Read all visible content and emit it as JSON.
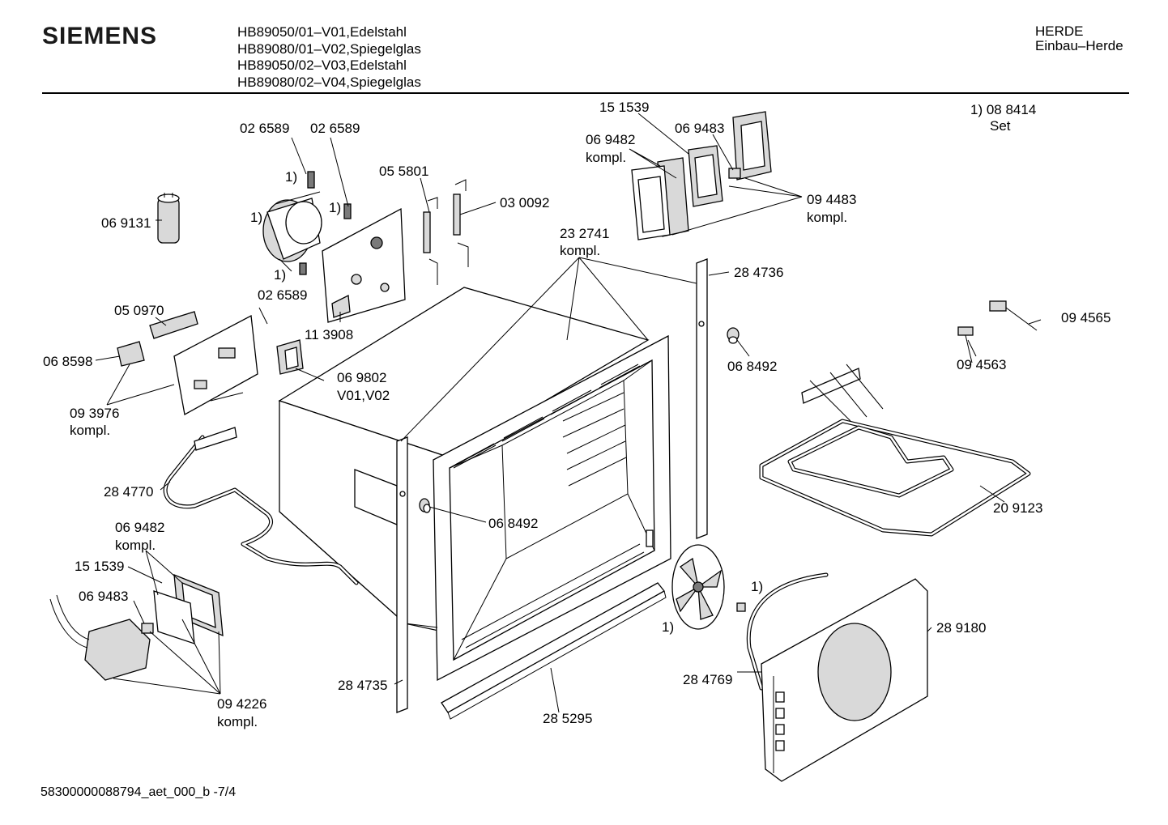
{
  "header": {
    "brand": "SIEMENS",
    "models": [
      "HB89050/01–V01,Edelstahl",
      "HB89080/01–V02,Spiegelglas",
      "HB89050/02–V03,Edelstahl",
      "HB89080/02–V04,Spiegelglas"
    ],
    "category": "HERDE",
    "subcategory": "Einbau–Herde"
  },
  "note": {
    "line1": "1)  08 8414",
    "line2": "Set"
  },
  "labels": {
    "l_151539_top": "15 1539",
    "l_069482_top": "06 9482",
    "l_kompl_069482_top": "kompl.",
    "l_069483_top": "06 9483",
    "l_094483": "09 4483",
    "l_kompl_094483": "kompl.",
    "l_026589_a": "02 6589",
    "l_026589_b": "02 6589",
    "l_026589_c": "02 6589",
    "l_1_a": "1)",
    "l_1_b": "1)",
    "l_1_c": "1)",
    "l_1_d": "1)",
    "l_1_e": "1)",
    "l_1_f": "1)",
    "l_055801": "05 5801",
    "l_030092": "03 0092",
    "l_069131": "06 9131",
    "l_113908": "11 3908",
    "l_050970": "05 0970",
    "l_068598": "06 8598",
    "l_093976": "09 3976",
    "l_kompl_093976": "kompl.",
    "l_069802": "06 9802",
    "l_v01v02": "V01,V02",
    "l_232741": "23 2741",
    "l_kompl_232741": "kompl.",
    "l_284736": "28 4736",
    "l_068492_a": "06 8492",
    "l_068492_b": "06 8492",
    "l_094565": "09 4565",
    "l_094563": "09 4563",
    "l_209123": "20 9123",
    "l_284770": "28 4770",
    "l_069482_bot": "06 9482",
    "l_kompl_069482_bot": "kompl.",
    "l_151539_bot": "15 1539",
    "l_069483_bot": "06 9483",
    "l_094226": "09 4226",
    "l_kompl_094226": "kompl.",
    "l_284735": "28 4735",
    "l_285295": "28 5295",
    "l_289180": "28 9180",
    "l_284769": "28 4769"
  },
  "footer": {
    "doc_id": "58300000088794_aet_000_b  -7/4"
  }
}
